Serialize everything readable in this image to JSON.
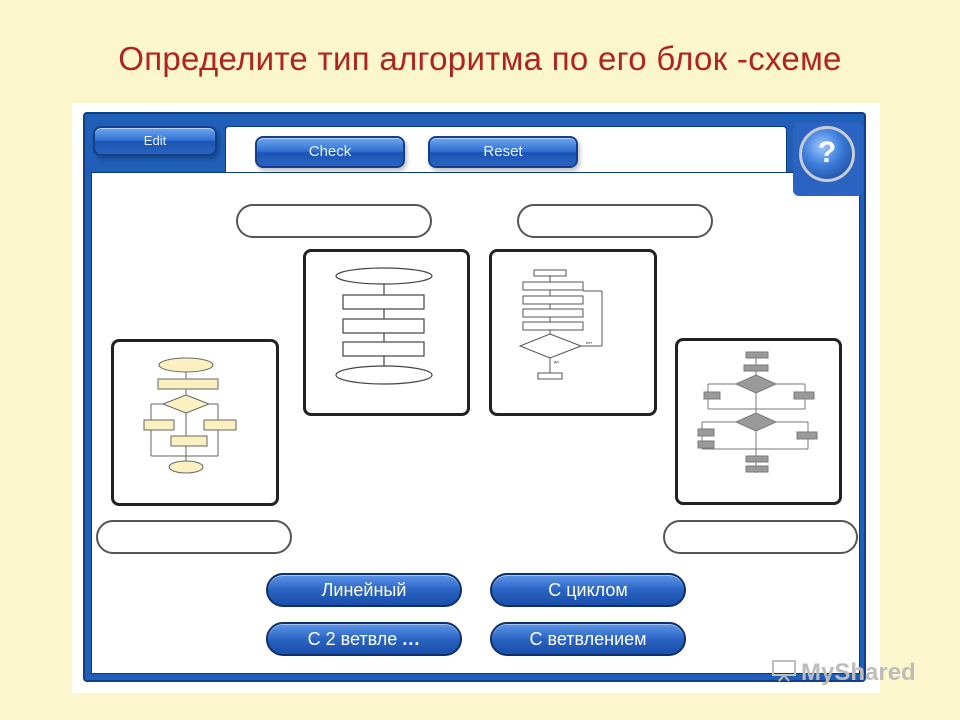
{
  "slide": {
    "title": "Определите тип алгоритма по его блок -схеме"
  },
  "toolbar": {
    "edit_label": "Edit",
    "check_label": "Check",
    "reset_label": "Reset",
    "help_label": "?"
  },
  "answers": {
    "linear": "Линейный",
    "loop": "С циклом",
    "two_branch": "С 2 ветвле",
    "two_branch_more": "...",
    "branching": "С ветвлением"
  },
  "watermark": {
    "text": "MyShared"
  },
  "colors": {
    "title": "#b0231f",
    "frame": "#1f5fb8",
    "background": "#fbf6cc",
    "button": "#2a63c2"
  }
}
